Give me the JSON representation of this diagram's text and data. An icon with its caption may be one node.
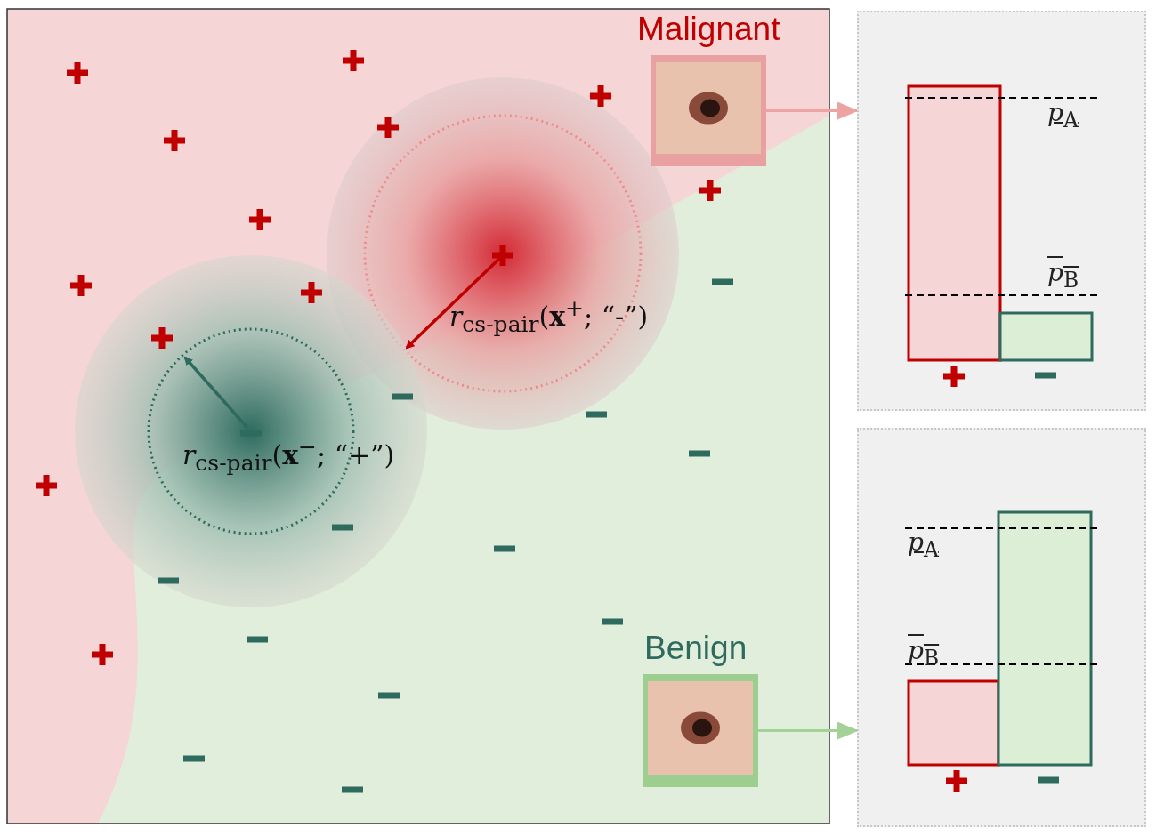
{
  "diagram": {
    "nodes": [
      {
        "text": [
          "Malignant"
        ]
      },
      {
        "text": [
          "Benign"
        ]
      },
      {
        "text": [
          "*p*$_{A}$",
          "*p*$_{B}$"
        ]
      },
      {
        "text": [
          "*p*$_{A}$",
          "*p*$_{B}$"
        ]
      }
    ],
    "edges": [
      {
        "from": 0,
        "to": 2,
        "arrow": "to",
        "color": "#eea3a3"
      },
      {
        "from": 1,
        "to": 3,
        "arrow": "to",
        "color": "#a3d196"
      }
    ],
    "labels": [
      "*r*$_{cs-pair}$(**x**$^{+}$; “-”)",
      "*r*$_{cs-pair}$(**x**$^{−}$; “+”)"
    ]
  }
}
